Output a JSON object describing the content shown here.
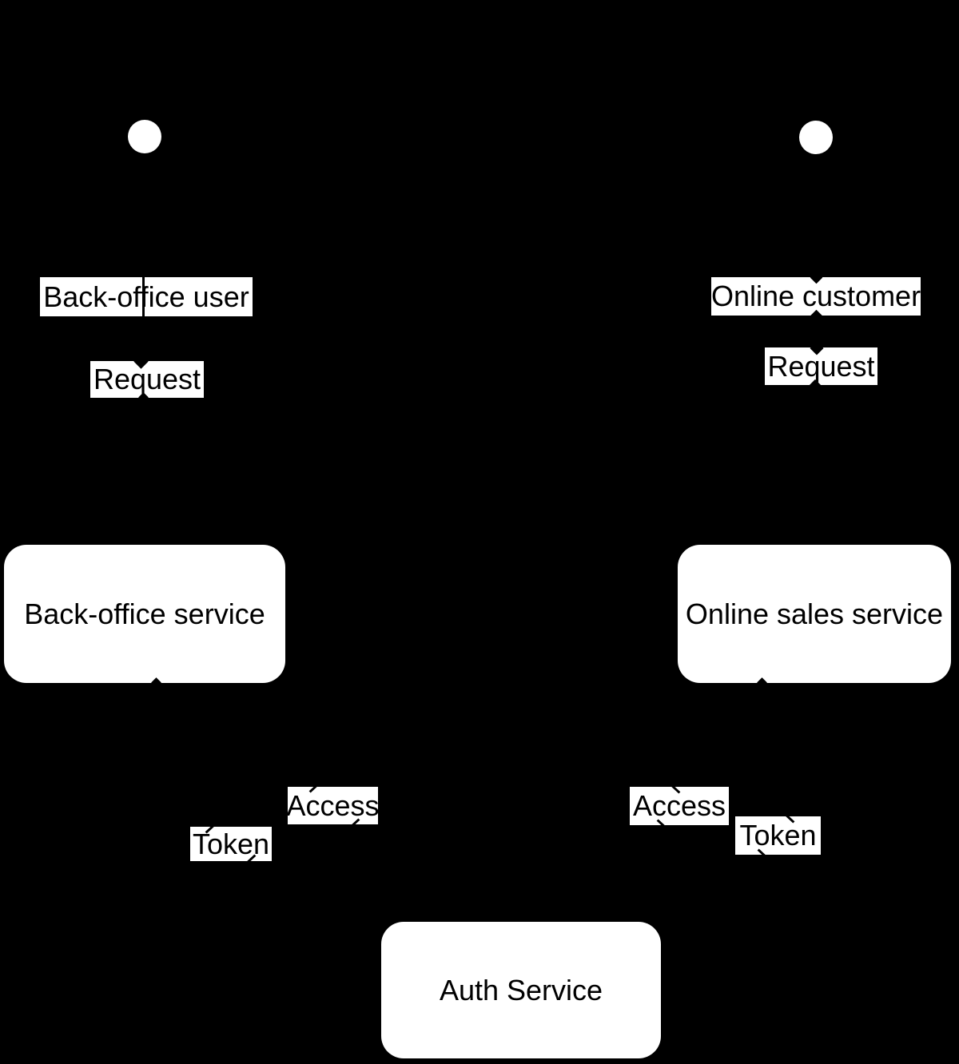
{
  "diagram": {
    "background_color": "#000000",
    "node_fill_color": "#ffffff",
    "label_background_color": "#ffffff",
    "text_color": "#000000",
    "actors": [
      {
        "id": "back-office-user",
        "label": "Back-office user",
        "request_label": "Request"
      },
      {
        "id": "online-customer",
        "label": "Online customer",
        "request_label": "Request"
      }
    ],
    "services": [
      {
        "id": "back-office-service",
        "label": "Back-office service"
      },
      {
        "id": "online-sales-service",
        "label": "Online sales service"
      },
      {
        "id": "auth-service",
        "label": "Auth Service"
      }
    ],
    "edge_labels": [
      {
        "id": "access-left",
        "label": "Access"
      },
      {
        "id": "token-left",
        "label": "Token"
      },
      {
        "id": "access-right",
        "label": "Access"
      },
      {
        "id": "token-right",
        "label": "Token"
      }
    ]
  }
}
